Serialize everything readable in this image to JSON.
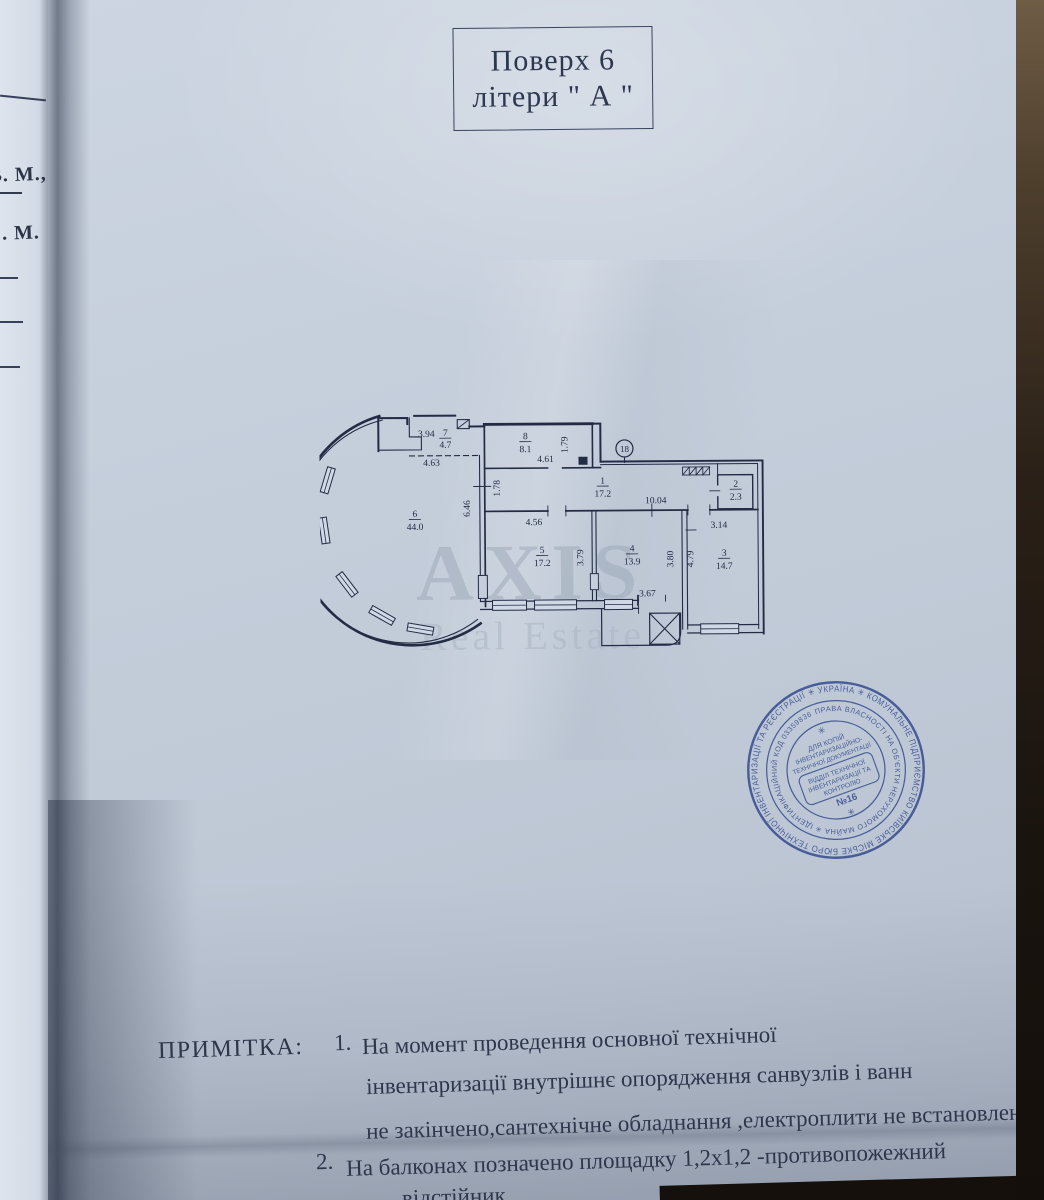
{
  "document": {
    "title": {
      "line1": "Поверх 6",
      "line2": "літери \" А \""
    }
  },
  "left_page": {
    "fragment1": "КВ. М.,",
    "fragment2": ". М."
  },
  "watermark": {
    "line1": "AXIS",
    "line2": "Real Estate"
  },
  "plan": {
    "marker": "18",
    "rooms": {
      "r1": {
        "num": "1",
        "area": "17.2"
      },
      "r2": {
        "num": "2",
        "area": "2.3"
      },
      "r3": {
        "num": "3",
        "area": "14.7"
      },
      "r4": {
        "num": "4",
        "area": "13.9"
      },
      "r5": {
        "num": "5",
        "area": "17.2"
      },
      "r6": {
        "num": "6",
        "area": "44.0"
      },
      "r7": {
        "num": "7",
        "area": "4.7"
      },
      "r8": {
        "num": "8",
        "area": "8.1"
      }
    },
    "dims": {
      "top_394": "3.94",
      "top_463": "4.63",
      "r8_461": "4.61",
      "r8_179": "1.79",
      "c_178": "1.78",
      "r6_646": "6.46",
      "r5_456": "4.56",
      "c_1004": "10.04",
      "r3_314": "3.14",
      "r5_379": "3.79",
      "r4_380": "3.80",
      "r3_479": "4.79",
      "balc_367": "3.67"
    }
  },
  "stamp": {
    "ring_outer": "✳ УКРАЇНА ✳ КОМУНАЛЬНЕ ПІДПРИЄМСТВО КИЇВСЬКЕ МІСЬКЕ БЮРО ТЕХНІЧНОЇ ІНВЕНТАРИЗАЦІЇ ТА РЕЄСТРАЦІЇ",
    "ring_inner": "ПРАВА ВЛАСНОСТІ НА ОБ'ЄКТИ НЕРУХОМОГО МАЙНА ✳ ІДЕНТИФІКАЦІЙНИЙ КОД 03359836",
    "asterisk": "✳",
    "center_line1": "ДЛЯ КОПІЙ",
    "center_line2": "ІНВЕНТАРИЗАЦІЙНО-",
    "center_line3": "ТЕХНІЧНОЇ ДОКУМЕНТАЦІЇ",
    "center_line4": "ВІДДІЛ ТЕХНІЧНОЇ",
    "center_line5": "ІНВЕНТАРИЗАЦІЇ ТА",
    "center_line6": "КОНТРОЛЮ",
    "center_line7": "№16"
  },
  "note": {
    "label": "ПРИМІТКА:",
    "item1": {
      "num": "1.",
      "line1": "На момент проведення основної технічної",
      "line2": "інвентаризації внутрішнє опорядження санвузлів і ванн",
      "line3": "не закінчено,сантехнічне обладнання ,електроплити не встановлені."
    },
    "item2": {
      "num": "2.",
      "line1": "На балконах позначено площадку 1,2х1,2 -противопожежний",
      "line2": "відстійник."
    }
  },
  "colors": {
    "paper": "#c5cedb",
    "plan_ink": "#222c44",
    "text_ink": "#2e364c",
    "stamp_blue": "#3f57a7",
    "backdrop": "#2a211a"
  }
}
